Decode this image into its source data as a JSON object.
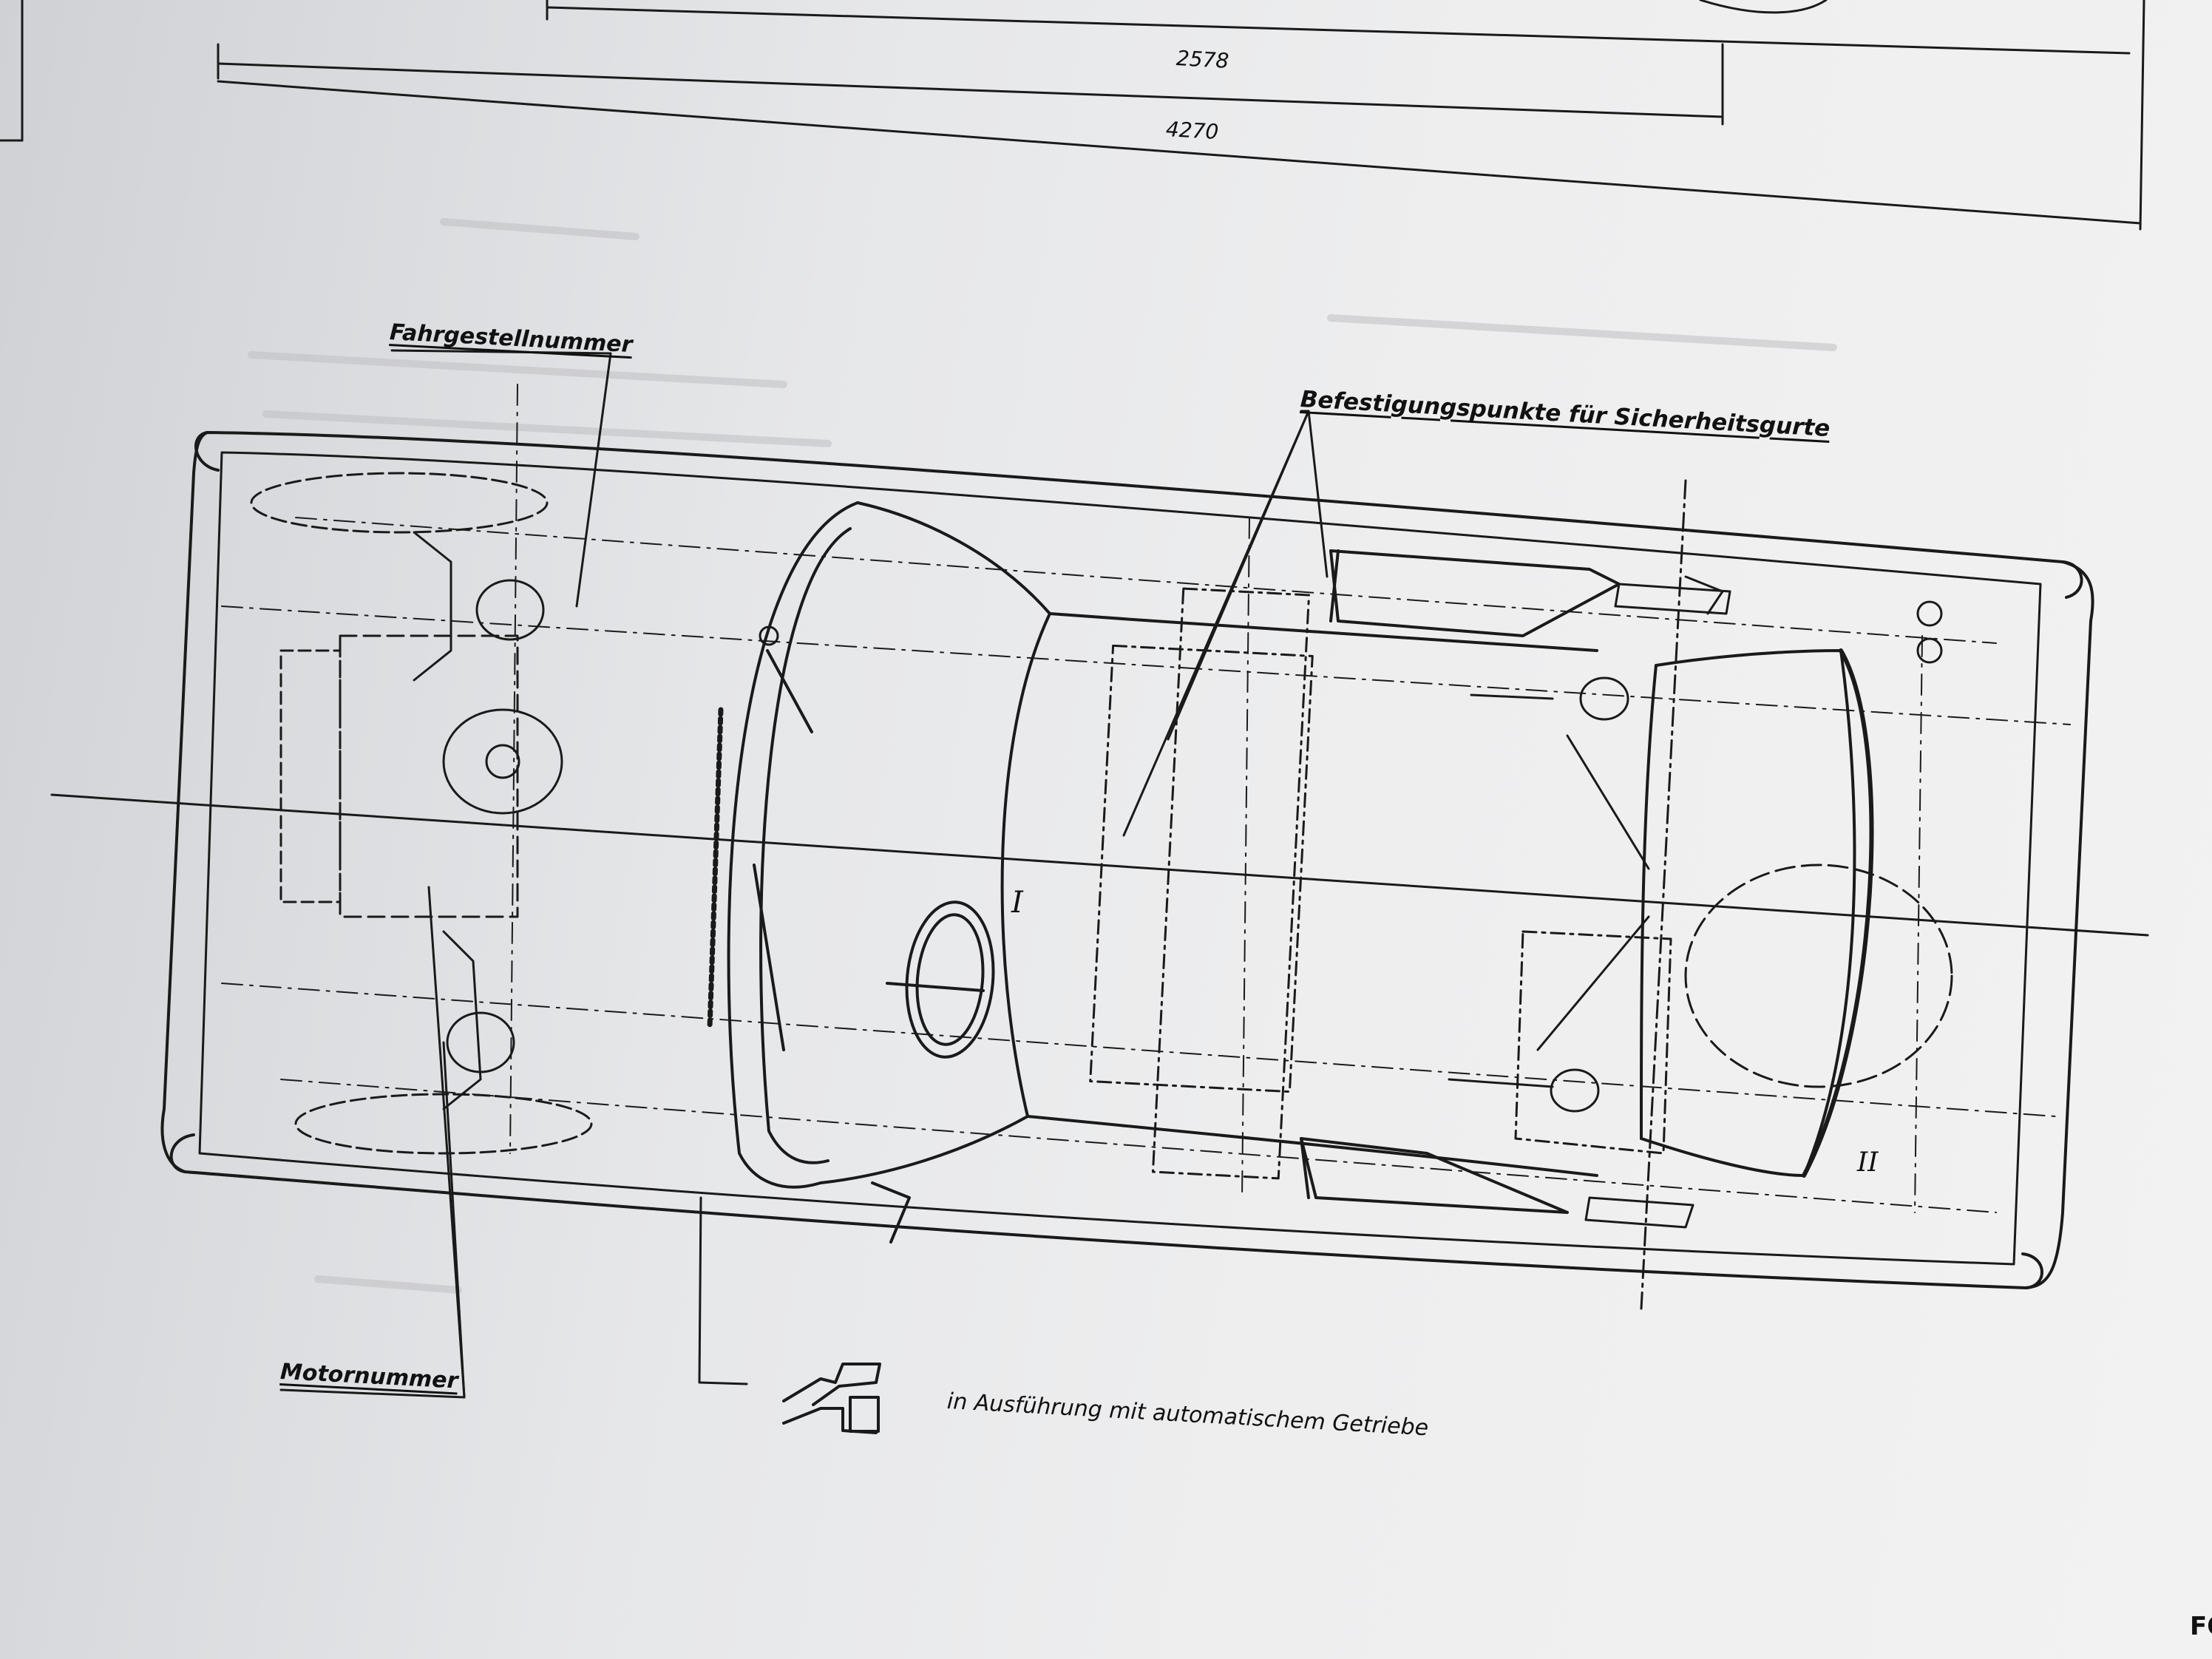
{
  "labels": {
    "fahrgestellnummer": "Fahrgestellnummer",
    "befestigungspunkte": "Befestigungspunkte für Sicherheitsgurte",
    "motornummer": "Motornummer",
    "automatik": "in Ausführung mit automatischem Getriebe",
    "roman_one": "I",
    "roman_two": "II",
    "corner_text": "FO"
  },
  "dimensions": {
    "wheelbase": "2578",
    "overall_length": "4270"
  },
  "colors": {
    "ink": "#1a1a1a",
    "paper": "#ececed"
  }
}
